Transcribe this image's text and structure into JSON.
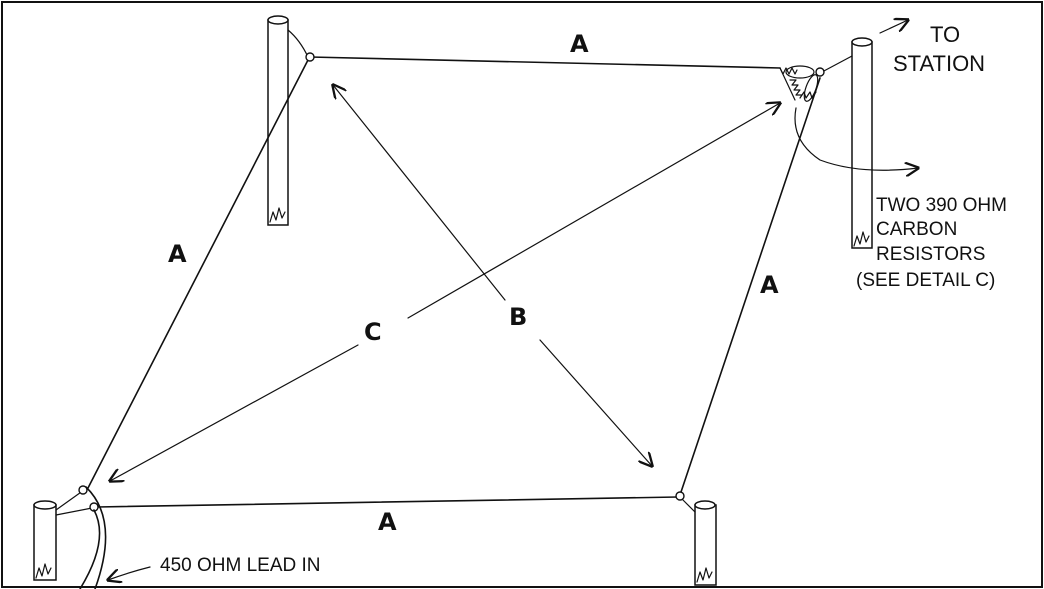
{
  "labels": {
    "side_top": "A",
    "side_left": "A",
    "side_right": "A",
    "side_bottom": "A",
    "diag_b": "B",
    "diag_c": "C"
  },
  "notes": {
    "to_station_line1": "TO",
    "to_station_line2": "STATION",
    "resistors_line1": "TWO 390 OHM",
    "resistors_line2": "CARBON",
    "resistors_line3": "RESISTORS",
    "resistors_line4": "(SEE DETAIL C)",
    "lead_in": "450 OHM LEAD IN"
  },
  "colors": {
    "ink": "#111111",
    "paper": "#ffffff"
  }
}
